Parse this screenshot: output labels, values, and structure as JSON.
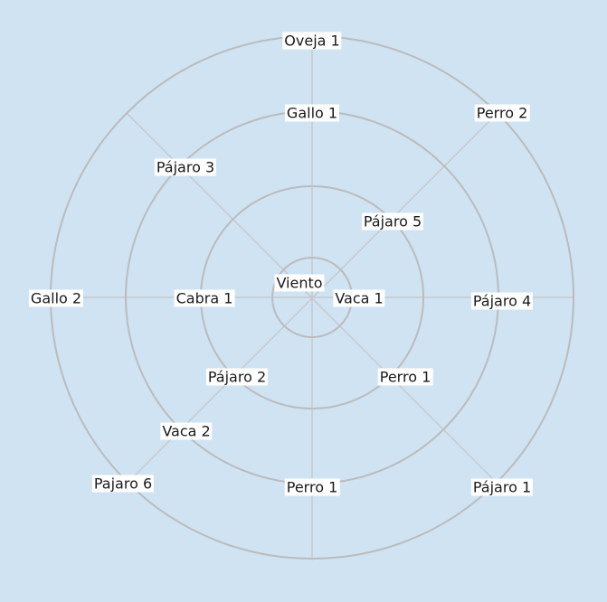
{
  "colors": {
    "background": "#d0e3f3",
    "ring_stroke": "#bbbbbb",
    "spoke_stroke": "#c4c4c4",
    "label_background": "#ffffff",
    "label_text": "#1a1a1a"
  },
  "diagram": {
    "center_label": "Viento",
    "labels": {
      "oveja_1": "Oveja 1",
      "gallo_1": "Gallo 1",
      "perro_2": "Perro 2",
      "pajaro_3": "Pájaro 3",
      "pajaro_5": "Pájaro 5",
      "gallo_2": "Gallo 2",
      "cabra_1": "Cabra 1",
      "vaca_1": "Vaca 1",
      "pajaro_4": "Pájaro 4",
      "pajaro_2": "Pájaro 2",
      "perro_1_diag": "Perro 1",
      "vaca_2": "Vaca 2",
      "pajaro_6": "Pajaro 6",
      "perro_1_bottom": "Perro 1",
      "pajaro_1": "Pájaro 1"
    }
  }
}
